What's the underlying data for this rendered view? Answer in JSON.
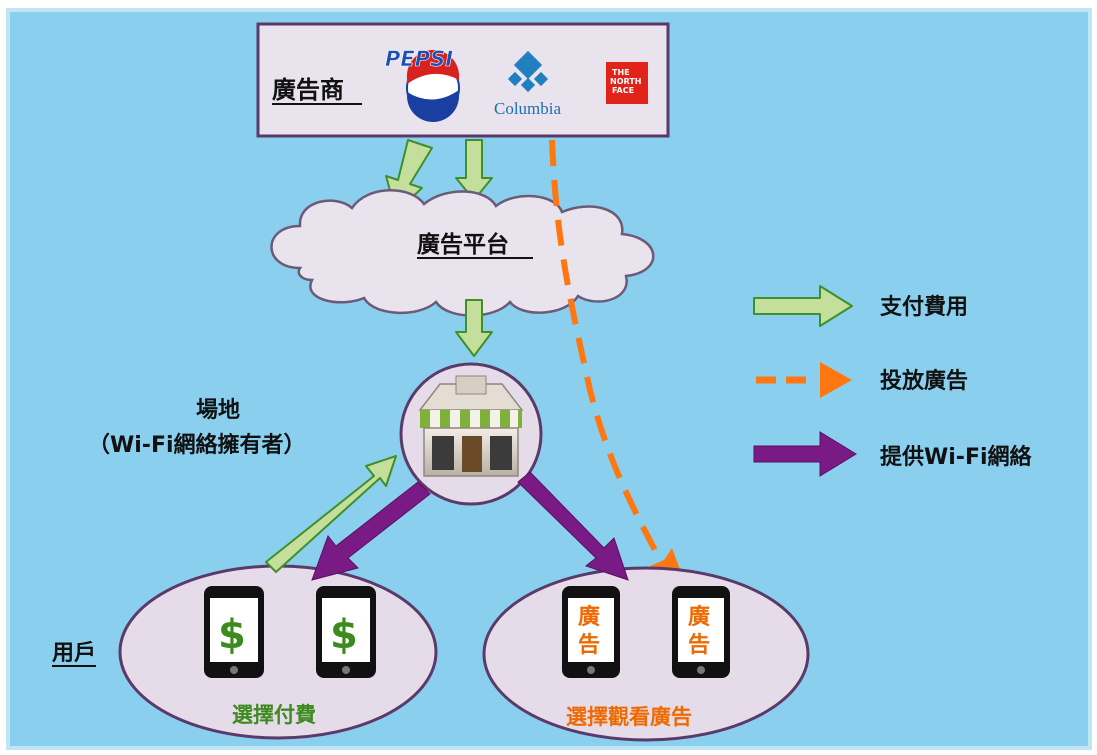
{
  "colors": {
    "background": "#8ad0ee",
    "payment_arrow": "#c4df9b",
    "payment_arrow_stroke": "#3f8f2a",
    "ad_arrow": "#ff7711",
    "wifi_arrow": "#7a1a84",
    "oval_fill": "#e6dbe8",
    "advertiser_box": "#e9e3ee",
    "green_text": "#3d8b1f",
    "orange_text": "#ee6a00"
  },
  "advertiser": {
    "label": "廣告商",
    "logos": {
      "pepsi": "PEPSI",
      "columbia": "Columbia",
      "north_face_line1": "THE",
      "north_face_line2": "NORTH",
      "north_face_line3": "FACE"
    }
  },
  "platform": {
    "label": "廣告平台"
  },
  "venue": {
    "label_line1": "場地",
    "label_line2": "（Wi-Fi網絡擁有者）",
    "icon": "shop-icon"
  },
  "users": {
    "label": "用戶"
  },
  "groups": {
    "pay": {
      "caption": "選擇付費",
      "phone_symbol": "$"
    },
    "ad": {
      "caption": "選擇觀看廣告",
      "phone_line1": "廣",
      "phone_line2": "告"
    }
  },
  "legend": {
    "payment": "支付費用",
    "advertising": "投放廣告",
    "wifi": "提供Wi-Fi網絡"
  }
}
